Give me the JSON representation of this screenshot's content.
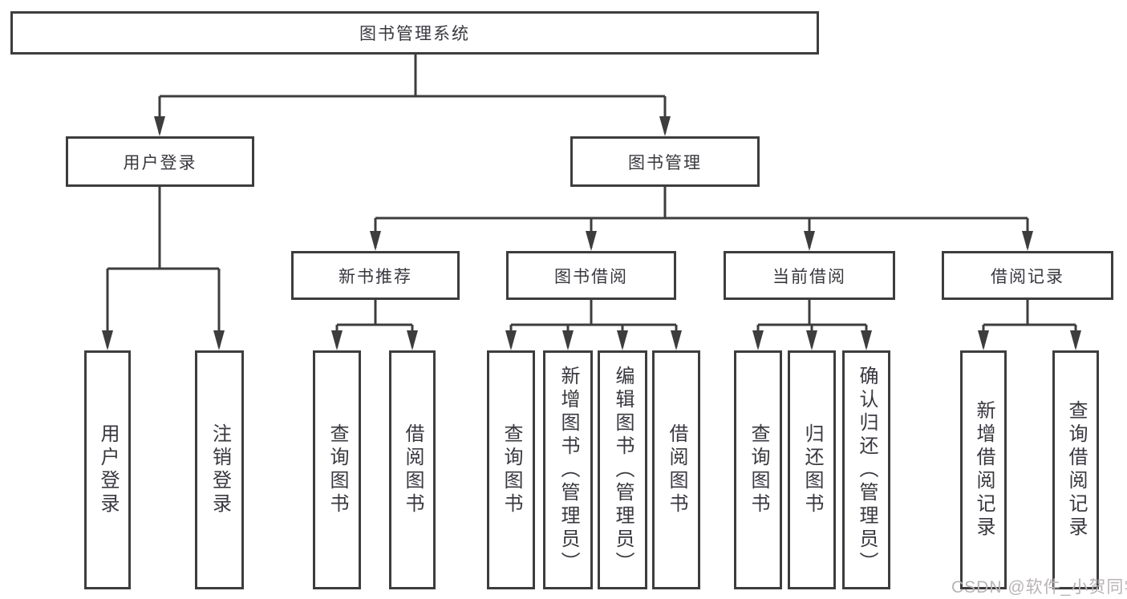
{
  "diagram": {
    "root": {
      "label": "图书管理系统"
    },
    "level2": [
      {
        "label": "用户登录"
      },
      {
        "label": "图书管理"
      }
    ],
    "level3": [
      {
        "label": "新书推荐"
      },
      {
        "label": "图书借阅"
      },
      {
        "label": "当前借阅"
      },
      {
        "label": "借阅记录"
      }
    ],
    "leaves": [
      {
        "label": "用户登录"
      },
      {
        "label": "注销登录"
      },
      {
        "label": "查询图书"
      },
      {
        "label": "借阅图书"
      },
      {
        "label": "查询图书"
      },
      {
        "label": "新增图书（管理员）"
      },
      {
        "label": "编辑图书（管理员）"
      },
      {
        "label": "借阅图书"
      },
      {
        "label": "查询图书"
      },
      {
        "label": "归还图书"
      },
      {
        "label": "确认归还（管理员）"
      },
      {
        "label": "新增借阅记录"
      },
      {
        "label": "查询借阅记录"
      }
    ]
  },
  "watermark": {
    "text": "CSDN @软件_小贺同学"
  },
  "colors": {
    "line": "#3d3d3d",
    "text": "#38383f",
    "watermark": "#b9b4b6",
    "background": "#ffffff"
  }
}
